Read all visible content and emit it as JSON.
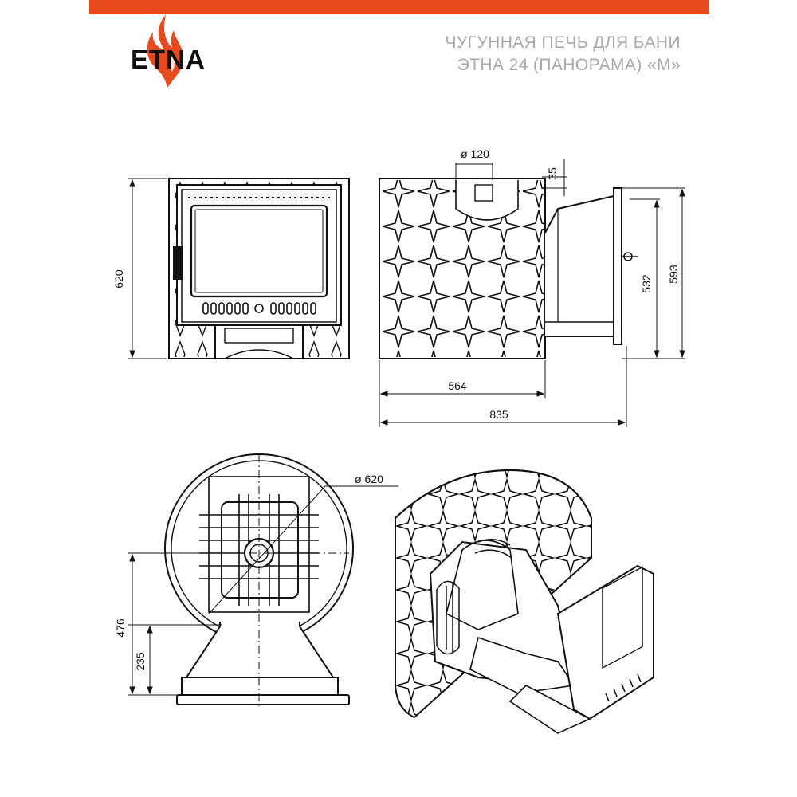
{
  "brand": {
    "logo_text": "ETNA",
    "accent_color": "#e8491d",
    "flame_color": "#e8491d"
  },
  "title": {
    "line1": "ЧУГУННАЯ ПЕЧЬ ДЛЯ БАНИ",
    "line2": "ЭТНА 24 (ПАНОРАМА) «М»",
    "color": "#a9a9a9"
  },
  "dimensions": {
    "front_height": "620",
    "flue_diameter": "ø 120",
    "flue_offset": "35",
    "side_height_inner": "532",
    "side_height_total": "593",
    "body_depth": "564",
    "total_depth": "835",
    "top_diameter": "ø 620",
    "bottom_height": "476",
    "base_height": "235"
  }
}
